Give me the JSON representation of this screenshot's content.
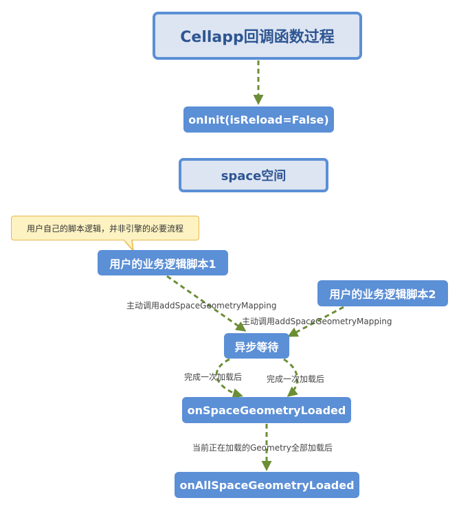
{
  "nodes": {
    "title": "Cellapp回调函数过程",
    "oninit": "onInit(isReload=False)",
    "space": "space空间",
    "script1": "用户的业务逻辑脚本1",
    "script2": "用户的业务逻辑脚本2",
    "wait": "异步等待",
    "loaded": "onSpaceGeometryLoaded",
    "allloaded": "onAllSpaceGeometryLoaded"
  },
  "callout": {
    "text": "用户自己的脚本逻辑，并非引擎的必要流程"
  },
  "edge_labels": {
    "script1_to_wait": "主动调用addSpaceGeometryMapping",
    "script2_to_wait": "主动调用addSpaceGeometryMapping",
    "wait_to_loaded_left": "完成一次加载后",
    "wait_to_loaded_right": "完成一次加载后",
    "loaded_to_all": "当前正在加载的Geometry全部加载后"
  },
  "colors": {
    "node_fill": "#5b8fd6",
    "title_fill": "#dde5f2",
    "title_text": "#2e5592",
    "edge": "#6b8e35",
    "callout_fill": "#fdf2c2",
    "callout_border": "#e8b84a"
  }
}
